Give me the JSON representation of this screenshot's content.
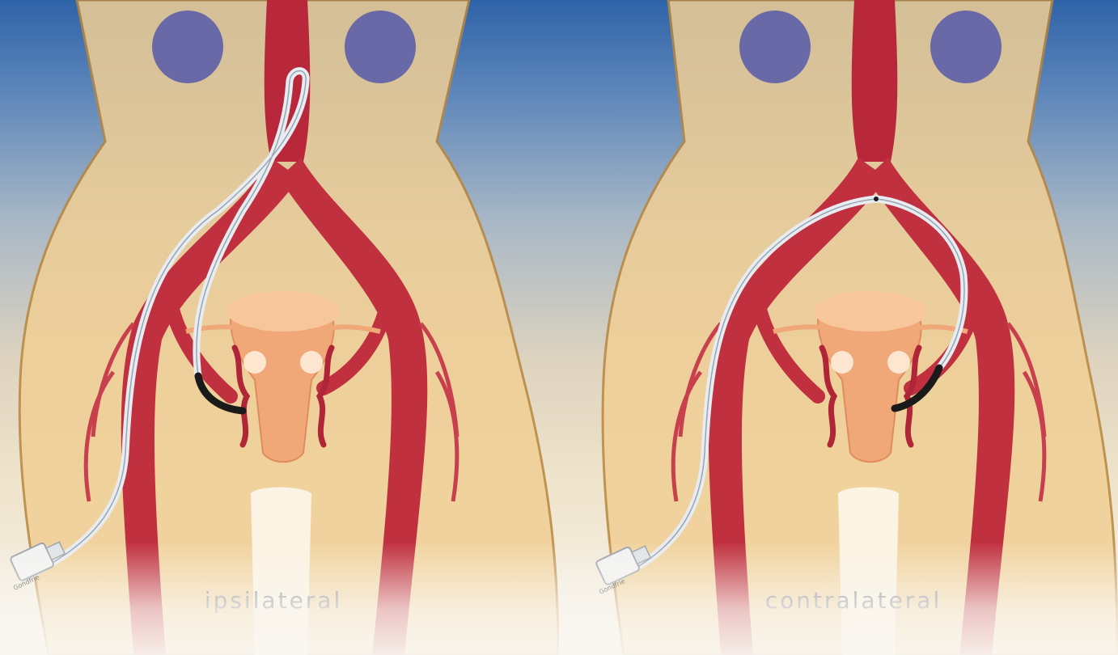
{
  "panels": [
    {
      "caption": "ipsilateral",
      "catheter_brand": "Gondfrie"
    },
    {
      "caption": "contralateral",
      "catheter_brand": "Gondfrie"
    }
  ],
  "colors": {
    "sky": "#2f63a8",
    "body": "#f1cf95",
    "body_edge": "#b9863c",
    "artery": "#c0303f",
    "uterus": "#f0a878",
    "kidney": "#5d5fa8",
    "catheter": "#e6ecf2",
    "catheter_tip": "#1a1a1a",
    "caption": "#7d8290"
  }
}
